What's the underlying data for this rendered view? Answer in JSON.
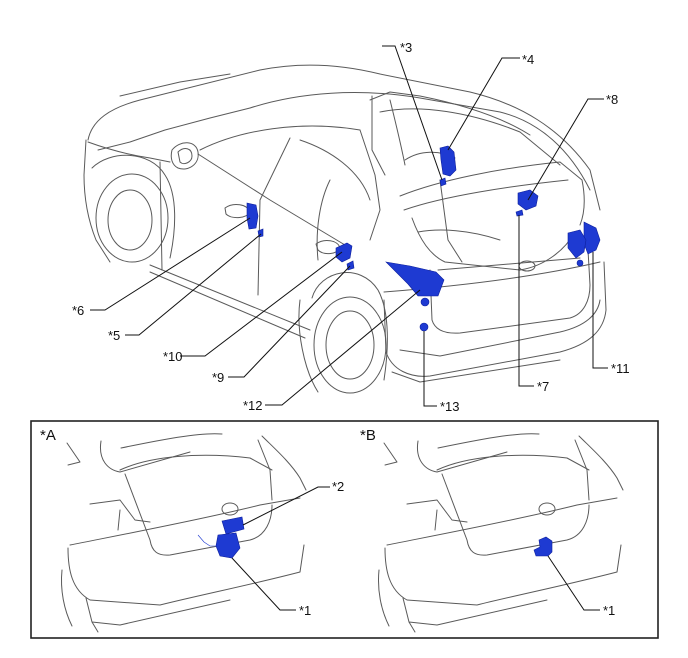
{
  "diagram": {
    "part_color": "#1e3ad2",
    "part_color_dark": "#0d1f9c",
    "main_callouts": [
      {
        "id": "c3",
        "label": "*3"
      },
      {
        "id": "c4",
        "label": "*4"
      },
      {
        "id": "c8",
        "label": "*8"
      },
      {
        "id": "c6",
        "label": "*6"
      },
      {
        "id": "c5",
        "label": "*5"
      },
      {
        "id": "c10",
        "label": "*10"
      },
      {
        "id": "c9",
        "label": "*9"
      },
      {
        "id": "c12",
        "label": "*12"
      },
      {
        "id": "c13",
        "label": "*13"
      },
      {
        "id": "c7",
        "label": "*7"
      },
      {
        "id": "c11",
        "label": "*11"
      }
    ],
    "insets": [
      {
        "id": "A",
        "label": "*A",
        "callouts": [
          {
            "label": "*2"
          },
          {
            "label": "*1"
          }
        ]
      },
      {
        "id": "B",
        "label": "*B",
        "callouts": [
          {
            "label": "*1"
          }
        ]
      }
    ]
  }
}
